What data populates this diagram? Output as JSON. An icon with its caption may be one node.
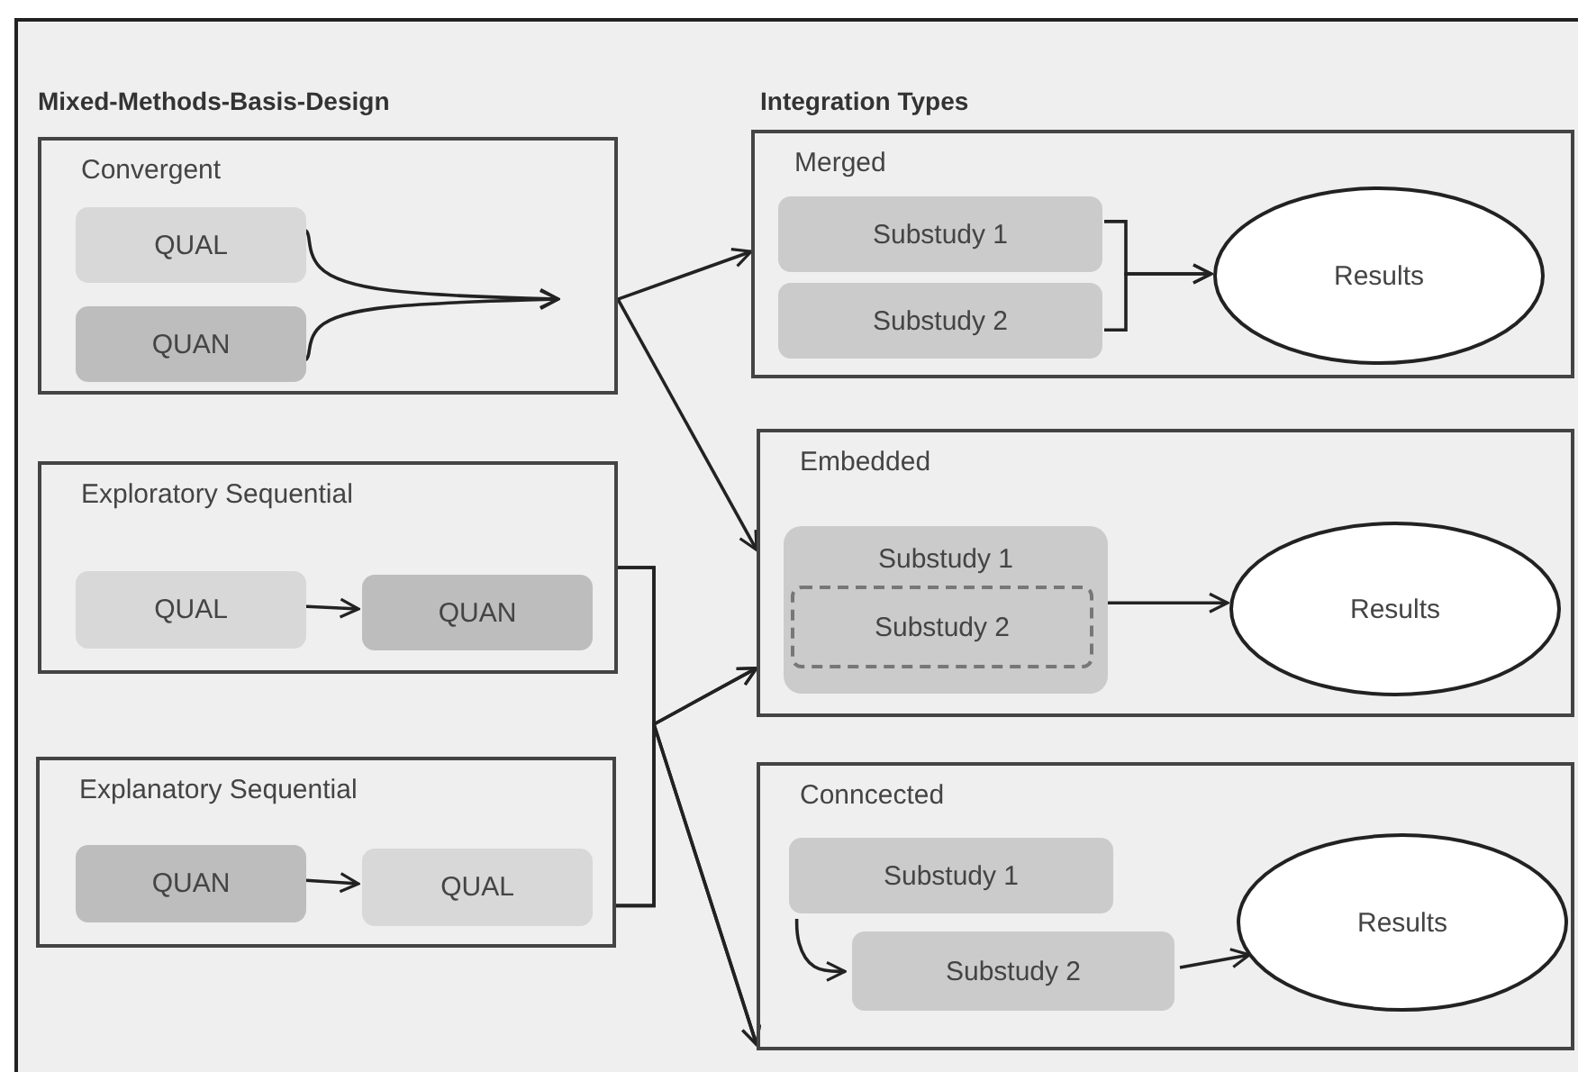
{
  "diagram": {
    "nodes": [
      {
        "text": [
          "Convergent"
        ]
      },
      {
        "text": [
          "QUAL"
        ],
        "in": 0
      },
      {
        "text": [
          "QUAN"
        ],
        "in": 0
      },
      {
        "text": [
          "Exploratory Sequential"
        ]
      },
      {
        "text": [
          "QUAL"
        ],
        "in": 3
      },
      {
        "text": [
          "QUAN"
        ],
        "in": 3
      },
      {
        "text": [
          "Explanatory Sequential"
        ]
      },
      {
        "text": [
          "QUAN"
        ],
        "in": 6
      },
      {
        "text": [
          "QUAL"
        ],
        "in": 6
      },
      {
        "text": [
          "Merged"
        ]
      },
      {
        "text": [
          "Substudy 1"
        ],
        "in": 9
      },
      {
        "text": [
          "Substudy 2"
        ],
        "in": 9
      },
      {
        "text": [
          "Results"
        ],
        "in": 9
      },
      {
        "text": [
          "Embedded"
        ]
      },
      {
        "text": [
          "Substudy 1"
        ],
        "in": 13
      },
      {
        "text": [
          "Substudy 2"
        ],
        "in": 14
      },
      {
        "text": [
          "Results"
        ],
        "in": 13
      },
      {
        "text": [
          "Conncected"
        ]
      },
      {
        "text": [
          "Substudy 1"
        ],
        "in": 17
      },
      {
        "text": [
          "Substudy 2"
        ],
        "in": 17
      },
      {
        "text": [
          "Results"
        ],
        "in": 17
      }
    ],
    "edges": [
      {
        "from": 1,
        "to": null,
        "arrow": "to"
      },
      {
        "from": 2,
        "to": null,
        "arrow": "to"
      },
      {
        "from": 0,
        "to": 9,
        "arrow": "to"
      },
      {
        "from": 0,
        "to": 13,
        "arrow": "to"
      },
      {
        "from": 4,
        "to": 5,
        "arrow": "to"
      },
      {
        "from": 7,
        "to": 8,
        "arrow": "to"
      },
      {
        "from": 3,
        "to": 13,
        "arrow": "to"
      },
      {
        "from": 3,
        "to": 17,
        "arrow": "to"
      },
      {
        "from": 6,
        "to": 13,
        "arrow": "to"
      },
      {
        "from": 6,
        "to": 17,
        "arrow": "to"
      },
      {
        "from": 10,
        "to": 12,
        "arrow": "to"
      },
      {
        "from": 11,
        "to": 12,
        "arrow": "to"
      },
      {
        "from": 14,
        "to": 16,
        "arrow": "to"
      },
      {
        "from": 18,
        "to": 19,
        "arrow": "to"
      },
      {
        "from": 19,
        "to": 20,
        "arrow": "to"
      }
    ],
    "labels": [
      "Mixed-Methods-Basis-Design",
      "Integration Types"
    ]
  }
}
